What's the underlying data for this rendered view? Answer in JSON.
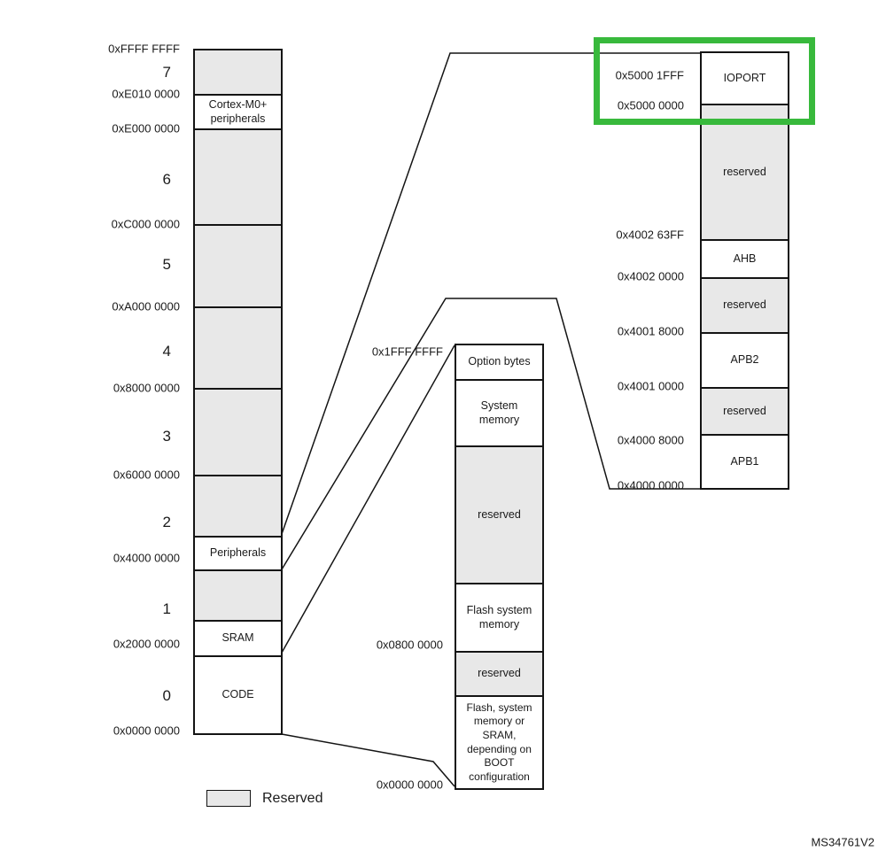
{
  "figure_code": "MS34761V2",
  "legend": {
    "label": "Reserved"
  },
  "colors": {
    "reserved_fill": "#e8e8e8",
    "highlight_green": "#38b93c",
    "line_black": "#141414"
  },
  "left_column": {
    "addresses": [
      "0xFFFF FFFF",
      "0xE010 0000",
      "0xE000 0000",
      "0xC000 0000",
      "0xA000 0000",
      "0x8000 0000",
      "0x6000 0000",
      "0x4000 0000",
      "0x2000 0000",
      "0x0000 0000"
    ],
    "sections": [
      "7",
      "6",
      "5",
      "4",
      "3",
      "2",
      "1",
      "0"
    ],
    "blocks": [
      {
        "label": "",
        "reserved": true
      },
      {
        "label": "Cortex-M0+ peripherals",
        "reserved": false
      },
      {
        "label": "",
        "reserved": true
      },
      {
        "label": "",
        "reserved": true
      },
      {
        "label": "",
        "reserved": true
      },
      {
        "label": "",
        "reserved": true
      },
      {
        "label": "",
        "reserved": true
      },
      {
        "label": "Peripherals",
        "reserved": false
      },
      {
        "label": "",
        "reserved": true
      },
      {
        "label": "SRAM",
        "reserved": false
      },
      {
        "label": "CODE",
        "reserved": false
      }
    ]
  },
  "middle_column": {
    "addresses": [
      "0x1FFF FFFF",
      "0x0800 0000",
      "0x0000 0000"
    ],
    "blocks": [
      {
        "label": "Option bytes",
        "reserved": false
      },
      {
        "label": "System memory",
        "reserved": false
      },
      {
        "label": "reserved",
        "reserved": true
      },
      {
        "label": "Flash system memory",
        "reserved": false
      },
      {
        "label": "reserved",
        "reserved": true
      },
      {
        "label": "Flash, system memory or SRAM, depending on BOOT configuration",
        "reserved": false
      }
    ]
  },
  "right_column": {
    "addresses": [
      "0x5000 1FFF",
      "0x5000 0000",
      "0x4002 63FF",
      "0x4002 0000",
      "0x4001 8000",
      "0x4001 0000",
      "0x4000 8000",
      "0x4000 0000"
    ],
    "blocks": [
      {
        "label": "IOPORT",
        "reserved": false
      },
      {
        "label": "reserved",
        "reserved": true
      },
      {
        "label": "AHB",
        "reserved": false
      },
      {
        "label": "reserved",
        "reserved": true
      },
      {
        "label": "APB2",
        "reserved": false
      },
      {
        "label": "reserved",
        "reserved": true
      },
      {
        "label": "APB1",
        "reserved": false
      }
    ]
  }
}
